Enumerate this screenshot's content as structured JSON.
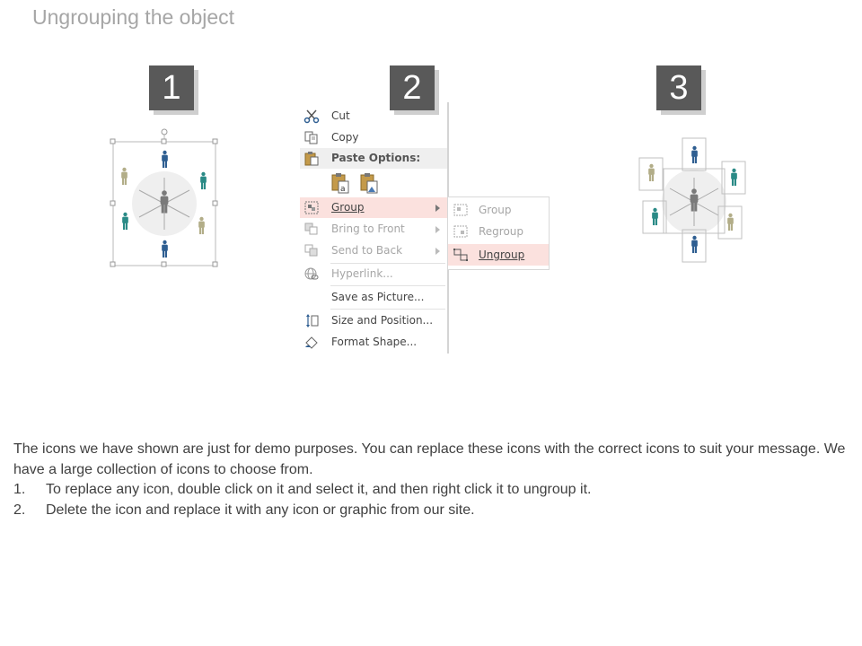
{
  "page_title": "Ungrouping the object",
  "steps": [
    "1",
    "2",
    "3"
  ],
  "colors": {
    "title_gray": "#a6a6a6",
    "step_box": "#595959",
    "figure_gray": "#7a7a7a",
    "figure_blue": "#2e5e91",
    "figure_teal": "#2a8a86",
    "figure_khaki": "#b2ad88",
    "highlight": "#fbe1de"
  },
  "context_menu": {
    "items": [
      {
        "label": "Cut",
        "icon": "scissors-icon"
      },
      {
        "label": "Copy",
        "icon": "copy-icon"
      },
      {
        "label": "Paste Options:",
        "icon": "paste-icon"
      },
      {
        "label": "Group",
        "icon": "group-icon"
      },
      {
        "label": "Bring to Front",
        "icon": "bring-to-front-icon"
      },
      {
        "label": "Send to Back",
        "icon": "send-to-back-icon"
      },
      {
        "label": "Hyperlink...",
        "icon": "hyperlink-icon"
      },
      {
        "label": "Save as Picture...",
        "icon": ""
      },
      {
        "label": "Size and Position...",
        "icon": "size-position-icon"
      },
      {
        "label": "Format Shape...",
        "icon": "format-shape-icon"
      }
    ],
    "submenu": [
      {
        "label": "Group",
        "icon": "group-icon"
      },
      {
        "label": "Regroup",
        "icon": "regroup-icon"
      },
      {
        "label": "Ungroup",
        "icon": "ungroup-icon"
      }
    ]
  },
  "body": {
    "intro": "The icons we have shown are just for demo purposes. You can replace these icons with the correct icons to suit your message. We have a large collection of icons to choose from.",
    "steps": [
      {
        "num": "1.",
        "text": "To replace any icon, double click on it and select it, and then right click it to ungroup it."
      },
      {
        "num": "2.",
        "text": "Delete the icon and replace it with any icon or graphic from our site."
      }
    ]
  }
}
